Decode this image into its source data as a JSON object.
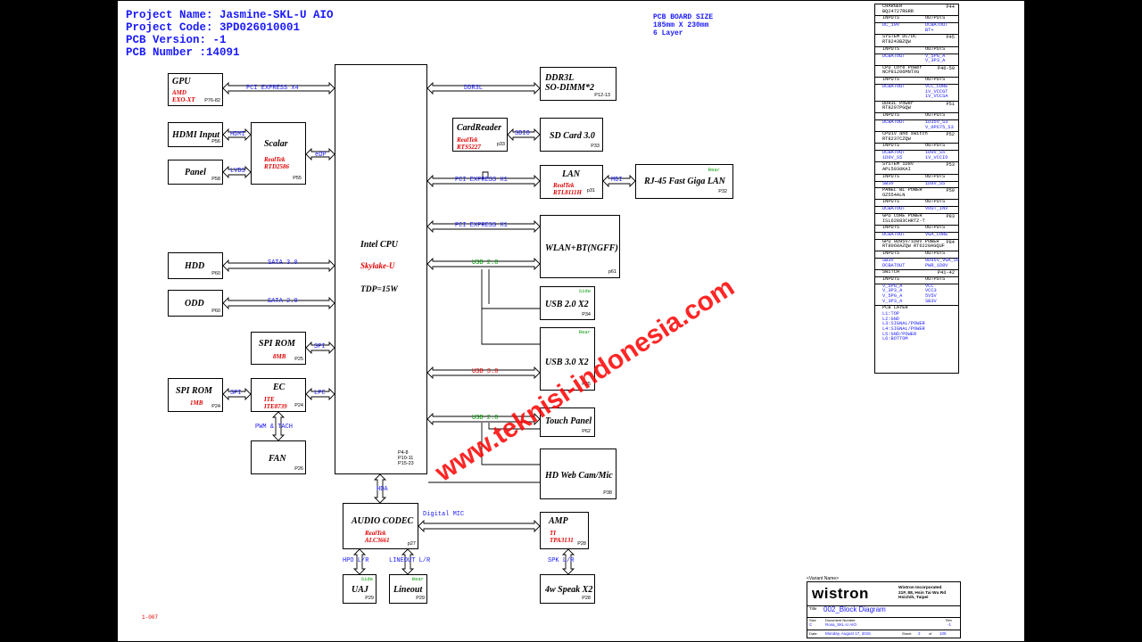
{
  "header": {
    "project_name": "Project Name: Jasmine-SKL-U AIO",
    "project_code": "Project Code: 3PD026010001",
    "pcb_version": "PCB Version:  -1",
    "pcb_number": "PCB Number :14091",
    "board_size": "PCB BOARD SIZE\n185mm X 230mm\n6 Layer"
  },
  "blocks": {
    "gpu": {
      "title": "GPU",
      "sub": "AMD\nEXO-XT",
      "page": "P76-82"
    },
    "hdmi": {
      "title": "HDMI Input",
      "page": "P56"
    },
    "panel": {
      "title": "Panel",
      "page": "P58"
    },
    "scalar": {
      "title": "Scalar",
      "sub": "RealTek\nRTD2586",
      "page": "P55"
    },
    "hdd": {
      "title": "HDD",
      "page": "P60"
    },
    "odd": {
      "title": "ODD",
      "page": "P60"
    },
    "spirom1": {
      "title": "SPI ROM",
      "sub": "8MB",
      "page": "P25"
    },
    "spirom2": {
      "title": "SPI ROM",
      "sub": "1MB",
      "page": "P24"
    },
    "ec": {
      "title": "EC",
      "sub": "ITE\nITE8739",
      "page": "P24"
    },
    "fan": {
      "title": "FAN",
      "page": "P26"
    },
    "cpu": {
      "title": "Intel CPU",
      "sub": "Skylake-U",
      "tdp": "TDP=15W",
      "page": "P4-8\nP10-11\nP15-23"
    },
    "ddr": {
      "title": "DDR3L\nSO-DIMM*2",
      "page": "P12-13"
    },
    "cardreader": {
      "title": "CardReader",
      "sub": "RealTek\nRTS5227",
      "page": "p33"
    },
    "sdcard": {
      "title": "SD Card 3.0",
      "page": "P33"
    },
    "lan": {
      "title": "LAN",
      "sub": "RealTek\nRTL8111H",
      "page": "p31"
    },
    "rj45": {
      "title": "RJ-45 Fast Giga LAN",
      "page": "P32",
      "tag": "Rear"
    },
    "wlan": {
      "title": "WLAN+BT(NGFF)",
      "page": "p61"
    },
    "usb2": {
      "title": "USB 2.0 X2",
      "page": "P34",
      "tag": "Side"
    },
    "usb3": {
      "title": "USB 3.0 X2",
      "page": "P35",
      "tag": "Rear"
    },
    "touch": {
      "title": "Touch Panel",
      "page": "P62"
    },
    "webcam": {
      "title": "HD Web Cam/Mic",
      "page": "P38"
    },
    "audio": {
      "title": "AUDIO CODEC",
      "sub": "RealTek\nALC3661",
      "page": "p27"
    },
    "amp": {
      "title": "AMP",
      "sub": "TI\nTPA3131",
      "page": "P28"
    },
    "uaj": {
      "title": "UAJ",
      "page": "P29",
      "tag": "Side"
    },
    "lineout": {
      "title": "Lineout",
      "page": "P29",
      "tag": "Rear"
    },
    "speak": {
      "title": "4w Speak X2",
      "page": "P28"
    }
  },
  "links": {
    "pcie_x4": "PCI EXPRESS X4",
    "hdmi": "HDMI",
    "lvds": "LVDS",
    "edp": "eDP",
    "ddr3l": "DDR3L",
    "sdio": "SDIO",
    "pcie_x1_lan": "PCI EXPRESS X1",
    "mdi": "MDI",
    "pcie_x1_wlan": "PCI EXPRESS X1",
    "usb20": "USB 2.0",
    "usb30": "USB 3.0",
    "usb20b": "USB 2.0",
    "sata3": "SATA 3.0",
    "sata2": "SATA 2.0",
    "spi_cpu": "SPI",
    "spi_ec": "SPI",
    "lpc": "LPC",
    "pwm": "PWM & TACH",
    "hda": "HDA",
    "digital_mic": "Digital MIC",
    "hpo": "HPO L/R",
    "lineout": "LINEOUT L/R",
    "spk": "SPK L/R"
  },
  "power_table": [
    {
      "name": "CHARGER\nBQ24727RGRR",
      "page": "P44",
      "in": "DC_19V",
      "out": "DCBATOUT\nBT+"
    },
    {
      "name": "SYSTEM DC/DC\nRT8243BZQW",
      "page": "P45",
      "in": "DCBATOUT",
      "out": "V_5PG_A\nV_3P3_A"
    },
    {
      "name": "CPU Core Power\nNCP81206MNTXG",
      "page": "P46-50",
      "in": "DCBATOUT",
      "out": "VCC_CORE\n1V_VCCGT\n1V_VCCSA"
    },
    {
      "name": "DDR3L Power\nRT8207PGQW",
      "page": "P51",
      "in": "DCBATOUT",
      "out": "1D35V_S3\nV_0P675_S3"
    },
    {
      "name": "CPU1V and switch\nRT8237CZQW",
      "page": "P52",
      "in": "DCBATOUT\n1D0V_S5",
      "out": "1D0V_S5\n1V_VCCIO"
    },
    {
      "name": "SYSTEM 1D8V\nAPL5930KAI",
      "page": "P53",
      "in": "SB3V",
      "out": "1D8V_S5"
    },
    {
      "name": "PANEL BL POWER\nOZ554ALN",
      "page": "P59",
      "in": "DCBATOUT",
      "out": "VOUT_INV"
    },
    {
      "name": "GPU CORE POWER\nISL62883CHRTZ-T",
      "page": "P83",
      "in": "DCBATOUT",
      "out": "VGA_CORE"
    },
    {
      "name": "GPU 0D95V/1D8V POWER\nRT8068AZQW RT6220AGQUF",
      "page": "P84",
      "in": "SB3V\nDCBATOUT",
      "out": "0D95V_VGA_S0\nPWR_1D8V"
    },
    {
      "name": "SWITCH",
      "page": "P41-42",
      "in": "V_5PG_A\nV_3P3_A\nV_5PG_A\nV_3P3_A",
      "out": "VCC\nVCC3\n5V5V\nSB3V"
    }
  ],
  "power_headers": {
    "inputs": "INPUTS",
    "outputs": "OUTPUTS"
  },
  "pcb_layer": {
    "title": "PCB LAYER",
    "layers": "L1:TOP\nL2:GND\nL3:SIGNAL/POWER\nL4:SIGNAL/POWER\nL5:GND/POWER\nL6:BOTTOM"
  },
  "title_block": {
    "variant": "<Variant Name>",
    "logo": "wistron",
    "company": "Wistron Incorporated\n21F, 88, Hsin Tai Wu Rd\nHsichih, Taipei",
    "title_label": "Title",
    "title": "002_Block Diagram",
    "size_label": "Size",
    "size": "C",
    "docnum_label": "Document Number",
    "docnum": "Rosa_SKL-U AIO",
    "rev_label": "Rev",
    "rev": "-1",
    "date_label": "Date:",
    "date": "Monday, August 17, 2015",
    "sheet_label": "Sheet",
    "sheet": "2",
    "of_label": "of",
    "of": "105"
  },
  "footnote": "1-007",
  "watermark": "www.teknisi-indonesia.com",
  "colors": {
    "label_blue": "#1a1aff",
    "part_red": "#e00000",
    "usb_green": "#009900"
  }
}
